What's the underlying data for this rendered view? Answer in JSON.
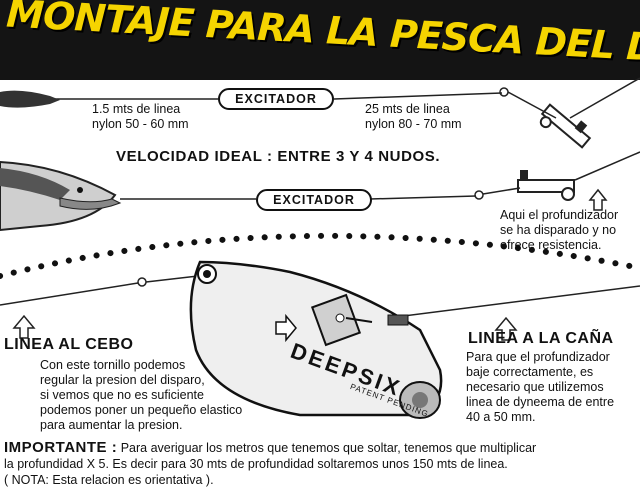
{
  "title": "MONTAJE PARA LA PESCA DEL DENTON",
  "top_rig": {
    "excitador_label": "EXCITADOR",
    "left_line": [
      "1.5 mts de linea",
      "nylon 50 - 60 mm"
    ],
    "right_line": [
      "25 mts de linea",
      "nylon 80 - 70 mm"
    ]
  },
  "speed_text": "VELOCIDAD IDEAL : ENTRE 3 Y 4 NUDOS.",
  "middle_rig": {
    "excitador_label": "EXCITADOR",
    "note": [
      "Aqui el profundizador",
      "se ha disparado y no",
      "ofrece resistencia."
    ]
  },
  "device": {
    "brand": "DEEPSIX",
    "patent": "PATENT PENDING"
  },
  "linea_cebo": {
    "heading": "LINEA AL CEBO",
    "text": [
      "Con este tornillo podemos",
      "regular la presion del disparo,",
      "si vemos que no es suficiente",
      "podemos poner un pequeño elastico",
      "para aumentar la presion."
    ]
  },
  "linea_cana": {
    "heading": "LINEA A LA CAÑA",
    "text": [
      "Para que el profundizador",
      "baje correctamente, es",
      "necesario que utilizemos",
      "linea de dyneema de entre",
      "40 a 50 mm."
    ]
  },
  "important": {
    "label": "IMPORTANTE :",
    "line1": "Para averiguar los metros que tenemos que soltar, tenemos que multiplicar",
    "line2": "la profundidad X 5. Es decir para 30 mts de profundidad soltaremos unos 150 mts de linea.",
    "line3": "( NOTA: Esta relacion es orientativa )."
  },
  "colors": {
    "banner_bg": "#141414",
    "title": "#f5d400",
    "ink": "#111111"
  }
}
